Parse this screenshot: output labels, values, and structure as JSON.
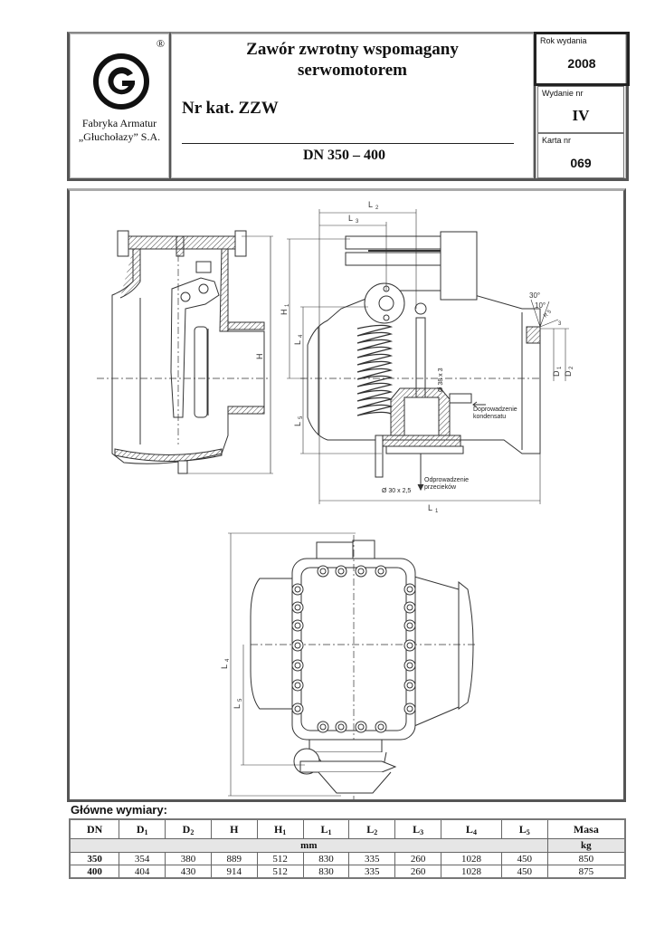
{
  "header": {
    "registered_mark": "®",
    "company_line1": "Fabryka Armatur",
    "company_line2": "„Głuchołazy” S.A.",
    "logo_icon": "company-g-logo-icon",
    "title_line1": "Zawór zwrotny wspomagany",
    "title_line2": "serwomotorem",
    "catalog_number": "Nr kat. ZZW",
    "dn_range": "DN 350 – 400",
    "meta": {
      "year_label": "Rok wydania",
      "year_value": "2008",
      "edition_label": "Wydanie nr",
      "edition_value": "IV",
      "sheet_label": "Karta nr",
      "sheet_value": "069"
    }
  },
  "drawing": {
    "labels": {
      "H": "H",
      "H1": "H",
      "H1_sub": "1",
      "L1": "L",
      "L1_sub": "1",
      "L2": "L",
      "L2_sub": "2",
      "L3": "L",
      "L3_sub": "3",
      "L4": "L",
      "L4_sub": "4",
      "L5": "L",
      "L5_sub": "5",
      "D1": "D",
      "D1_sub": "1",
      "D2": "D",
      "D2_sub": "2",
      "angle_30": "30°",
      "angle_10": "10°",
      "radius": "R 5",
      "bevel": "3",
      "pipe_diam_top": "Ø 38 x 3",
      "pipe_diam_bottom": "Ø 30 x 2,5",
      "condensate_line1": "Doprowadzenie",
      "condensate_line2": "kondensatu",
      "leak_line1": "Odprowadzenie",
      "leak_line2": "przecieków"
    }
  },
  "table": {
    "caption": "Główne wymiary:",
    "headers": [
      {
        "main": "DN",
        "sub": ""
      },
      {
        "main": "D",
        "sub": "1"
      },
      {
        "main": "D",
        "sub": "2"
      },
      {
        "main": "H",
        "sub": ""
      },
      {
        "main": "H",
        "sub": "1"
      },
      {
        "main": "L",
        "sub": "1"
      },
      {
        "main": "L",
        "sub": "2"
      },
      {
        "main": "L",
        "sub": "3"
      },
      {
        "main": "L",
        "sub": "4"
      },
      {
        "main": "L",
        "sub": "5"
      },
      {
        "main": "Masa",
        "sub": ""
      }
    ],
    "units_dims": "mm",
    "units_mass": "kg",
    "rows": [
      {
        "DN": "350",
        "D1": "354",
        "D2": "380",
        "H": "889",
        "H1": "512",
        "L1": "830",
        "L2": "335",
        "L3": "260",
        "L4": "1028",
        "L5": "450",
        "Masa": "850"
      },
      {
        "DN": "400",
        "D1": "404",
        "D2": "430",
        "H": "914",
        "H1": "512",
        "L1": "830",
        "L2": "335",
        "L3": "260",
        "L4": "1028",
        "L5": "450",
        "Masa": "875"
      }
    ]
  }
}
